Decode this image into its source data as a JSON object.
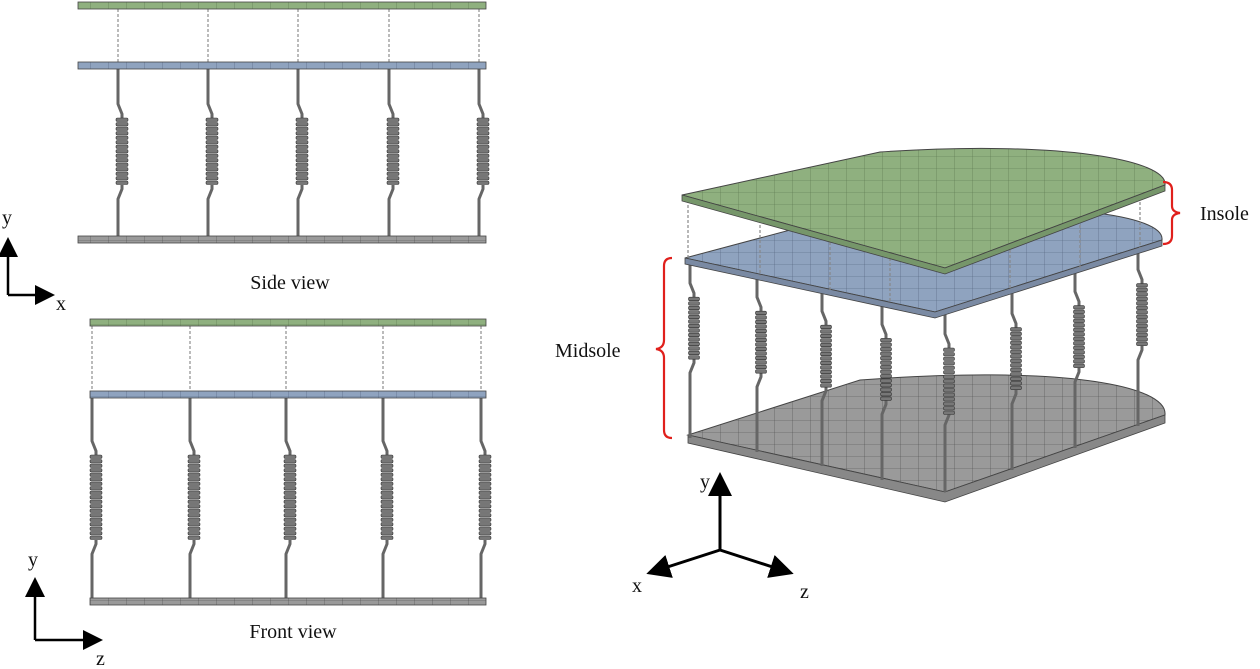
{
  "side_view": {
    "title": "Side view",
    "axis_vertical": "y",
    "axis_horizontal": "x"
  },
  "front_view": {
    "title": "Front view",
    "axis_vertical": "y",
    "axis_horizontal": "z"
  },
  "iso_view": {
    "label_insole": "Insole",
    "label_midsole": "Midsole",
    "axis_y": "y",
    "axis_x": "x",
    "axis_z": "z"
  },
  "colors": {
    "insole": "#8fb07f",
    "midsole": "#8fa3bf",
    "base": "#9a9a9a",
    "bracket": "#e0201c",
    "spring": "#6a6a6a"
  }
}
